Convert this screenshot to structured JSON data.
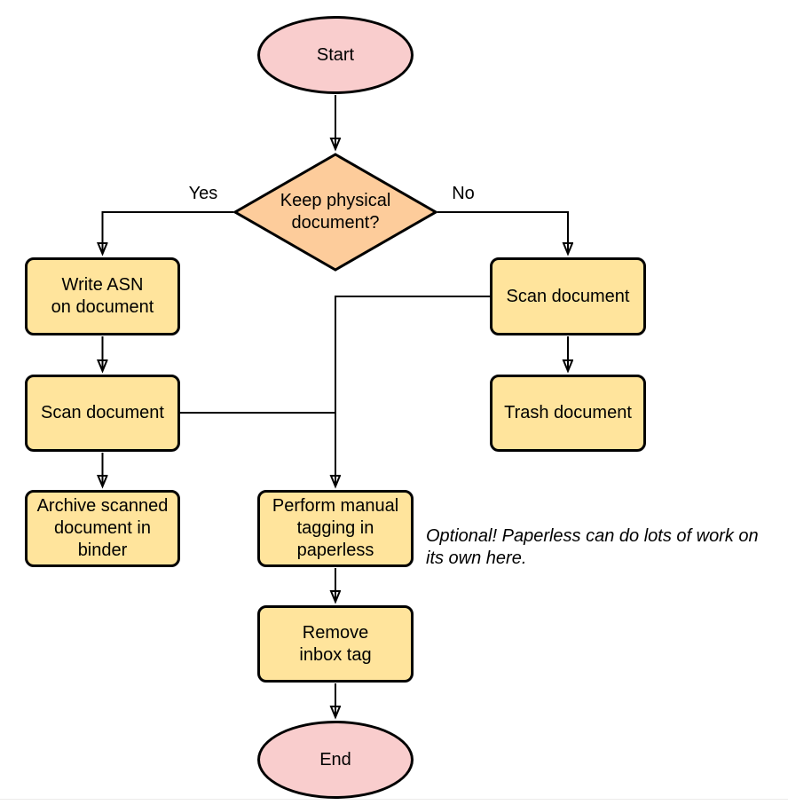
{
  "colors": {
    "terminal_fill": "#f9cdcd",
    "decision_fill": "#fdcc9b",
    "process_fill": "#ffe49c",
    "stroke": "#000000",
    "bg": "#ffffff"
  },
  "nodes": {
    "start": {
      "type": "terminal",
      "label": "Start"
    },
    "decision_keep_physical": {
      "type": "decision",
      "label": "Keep physical\ndocument?"
    },
    "write_asn": {
      "type": "process",
      "label": "Write ASN\non document"
    },
    "scan_document_left": {
      "type": "process",
      "label": "Scan document"
    },
    "archive_binder": {
      "type": "process",
      "label": "Archive scanned\ndocument in\nbinder"
    },
    "scan_document_right": {
      "type": "process",
      "label": "Scan document"
    },
    "trash_document": {
      "type": "process",
      "label": "Trash document"
    },
    "manual_tagging": {
      "type": "process",
      "label": "Perform manual\ntagging in\npaperless"
    },
    "remove_inbox_tag": {
      "type": "process",
      "label": "Remove\ninbox tag"
    },
    "end": {
      "type": "terminal",
      "label": "End"
    }
  },
  "edge_labels": {
    "yes": "Yes",
    "no": "No"
  },
  "annotations": {
    "optional_note": "Optional! Paperless can do lots of work on\nits own here."
  }
}
